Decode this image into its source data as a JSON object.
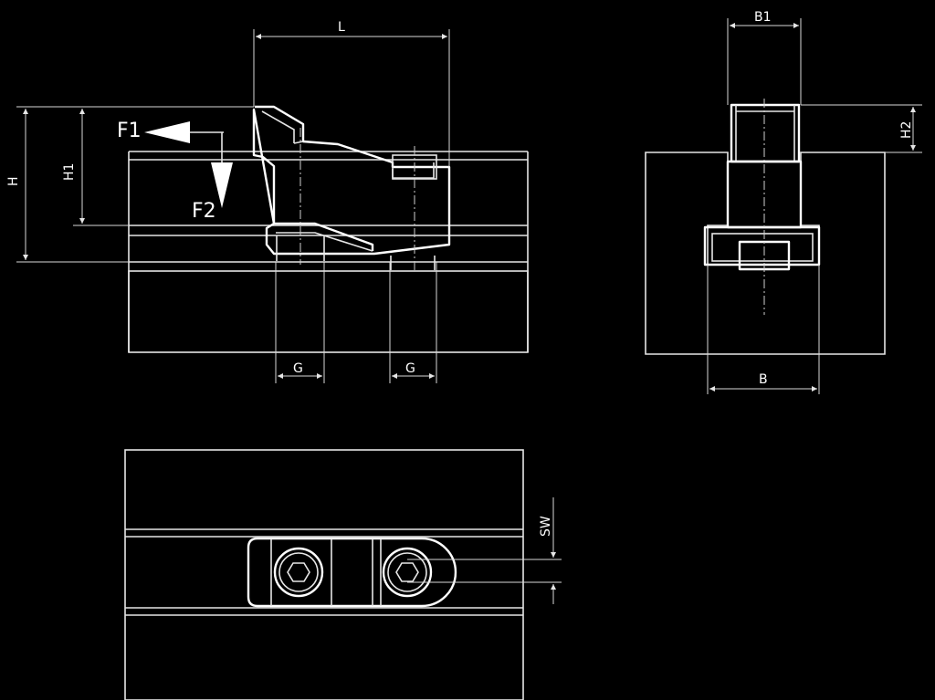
{
  "colors": {
    "background": "#000000",
    "line": "#e6e6e6",
    "hatch": "#bdbdbd"
  },
  "labels": {
    "L": "L",
    "H": "H",
    "H1": "H1",
    "F1": "F1",
    "F2": "F2",
    "G": "G",
    "B1": "B1",
    "H2": "H2",
    "B": "B",
    "SW": "SW"
  }
}
